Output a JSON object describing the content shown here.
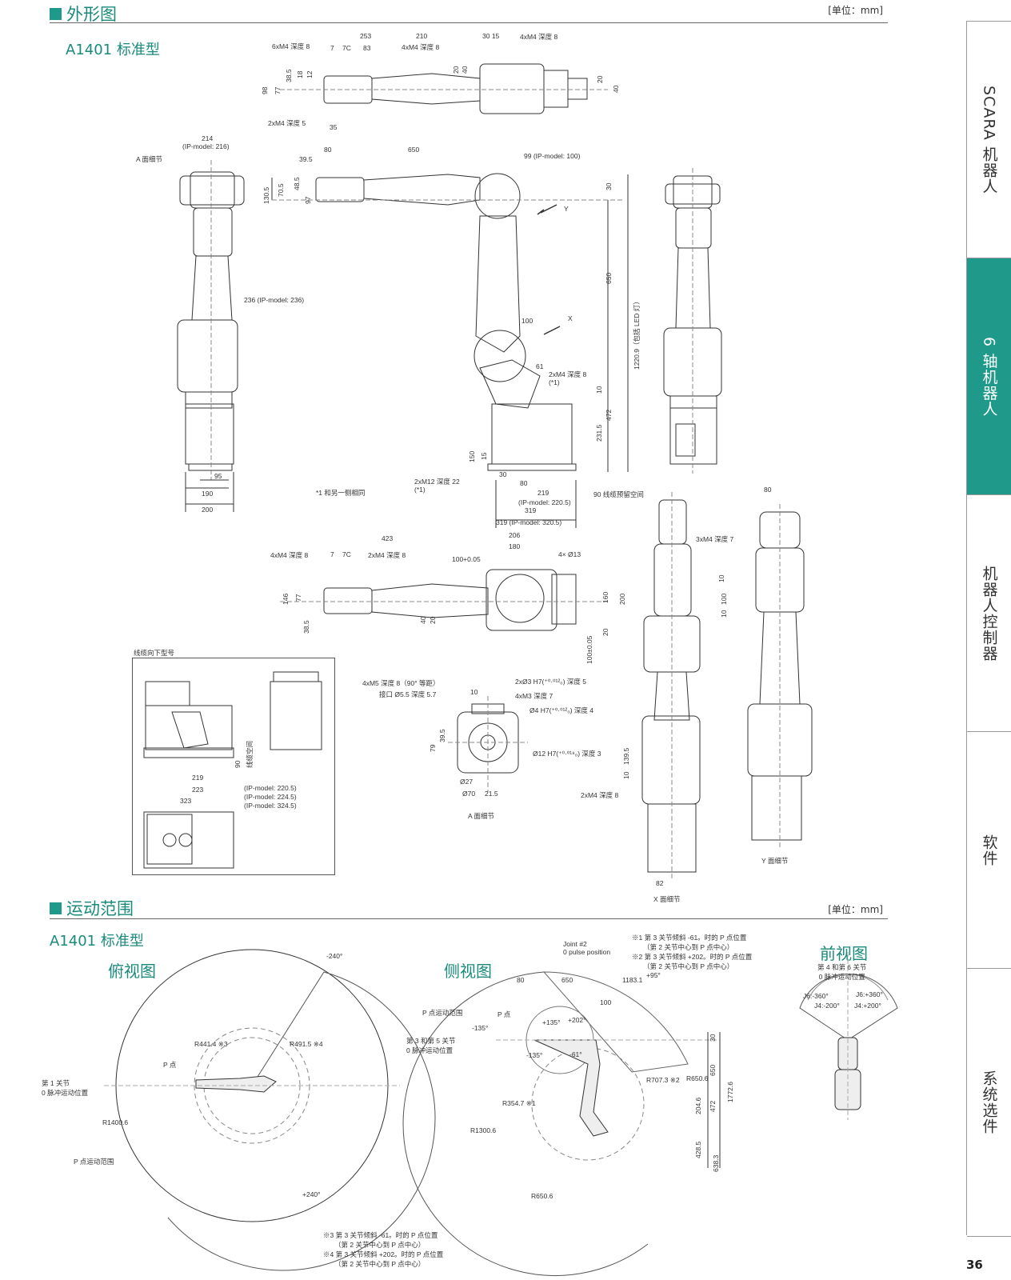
{
  "header": {
    "section_title": "外形图",
    "unit": "[单位：mm]"
  },
  "outline": {
    "model": "A1401 标准型",
    "labels": {
      "top_6xM4": "6xM4 深度 8",
      "top_253": "253",
      "top_210": "210",
      "top_30_15": "30  15",
      "top_4xM4_a": "4xM4 深度 8",
      "top_7": "7",
      "top_7C": "7C",
      "top_83": "83",
      "top_4xM4_b": "4xM4 深度 8",
      "top_2xM4": "2xM4 深度 5",
      "top_35": "35",
      "top_98": "98",
      "top_77": "77",
      "top_385": "38.5",
      "top_18": "18",
      "top_12": "12",
      "top_20": "20",
      "top_40": "40",
      "top_20b": "20",
      "top_40b": "40",
      "a_detail": "A 面细节",
      "w214": "214",
      "w214ip": "(IP-model: 216)",
      "s80": "80",
      "s650": "650",
      "s395": "39.5",
      "s99": "99 (IP-model: 100)",
      "s1305": "130.5",
      "s705": "70.5",
      "s485": "48.5",
      "s97": "97",
      "s30": "30",
      "sY": "Y",
      "s236": "236 (IP-model: 236)",
      "s650v": "650",
      "s12209": "1220.9（包括 LED 灯）",
      "s100": "100",
      "sX": "X",
      "s61": "61",
      "s2xM4": "2xM4 深度 8",
      "s_star1": "(*1)",
      "s10": "10",
      "s472": "472",
      "s2315": "231.5",
      "s150": "150",
      "s15": "15",
      "s30b": "30",
      "s80b": "80",
      "s2xM12": "2xM12 深度 22",
      "s_star1b": "(*1)",
      "s219": "219",
      "s2205": "(IP-model: 220.5)",
      "s319": "319",
      "s3195": "319 (IP-model: 320.5)",
      "s90cable": "90 线缆预留空间",
      "note1": "*1 和另一侧相同",
      "f95": "95",
      "f190": "190",
      "f200": "200",
      "b423": "423",
      "b206": "206",
      "b180": "180",
      "b4xM4": "4xM4 深度 8",
      "b7": "7",
      "b7C": "7C",
      "b2xM4": "2xM4 深度 8",
      "b100": "100+0.05",
      "b4x13": "4× Ø13",
      "b146": "146",
      "b77": "77",
      "b385": "38.5",
      "b40": "40",
      "b20": "20",
      "b160": "160",
      "b200": "200",
      "b20v": "20",
      "b100v": "100±0.05",
      "y80": "80",
      "y3xM4": "3xM4 深度 7",
      "y10": "10",
      "y100": "100",
      "y10b": "10",
      "y1395": "139.5",
      "y10c": "10",
      "y2xM4": "2xM4 深度 8",
      "y82": "82",
      "x_detail": "X 面细节",
      "y_detail": "Y 面细节",
      "cable_title": "线缆向下型号",
      "c219": "219",
      "c223": "223",
      "c323": "323",
      "c90": "90",
      "c_space": "线缆空间",
      "c2205": "(IP-model: 220.5)",
      "c2245": "(IP-model: 224.5)",
      "c3245": "(IP-model: 324.5)",
      "a_4xM5": "4xM5 深度 8（90° 等距）",
      "a_port": "接口 Ø5.5 深度 5.7",
      "a_10": "10",
      "a_2x3": "2xØ3 H7(⁺⁰·⁰¹²₀) 深度 5",
      "a_4xM3": "4xM3 深度 7",
      "a_4h7": "Ø4 H7(⁺⁰·⁰¹²₀) 深度 4",
      "a_395": "39.5",
      "a_79": "79",
      "a_12h7": "Ø12 H7(⁺⁰·⁰¹⁸₀) 深度 3",
      "a_27": "Ø27",
      "a_70": "Ø70",
      "a_215": "21.5",
      "a_face": "A 面细节"
    }
  },
  "motion": {
    "section_title": "运动范围",
    "unit": "[单位：mm]",
    "model": "A1401 标准型",
    "top_view": "俯视图",
    "side_view": "侧视图",
    "front_view": "前视图",
    "labels": {
      "t240a": "-240°",
      "t240b": "+240°",
      "tR4414": "R441.4 ※3",
      "tR4915": "R491.5 ※4",
      "tP": "P 点",
      "tJ1": "第 1 关节\n0 脉冲运动位置",
      "tR14006": "R1400.6",
      "tPrange": "P 点运动范围",
      "n3a": "※3  第 3 关节倾斜 -61。时的 P 点位置",
      "n3b": "（第 2 关节中心到 P 点中心）",
      "n4a": "※4  第 3 关节倾斜 +202。时的 P 点位置",
      "n4b": "（第 2 关节中心到 P 点中心）",
      "sJ2": "Joint #2\n0 pulse position",
      "s80": "80",
      "s650": "650",
      "s11831": "1183.1",
      "s95": "+95°",
      "s100": "100",
      "sPrange": "P 点运动范围",
      "sP": "P 点",
      "s135": "-135°",
      "s135b": "+135°",
      "s202": "+202°",
      "s61": "-61°",
      "s135c": "-135°",
      "sJ35": "第 3 和第 5 关节\n0 脉冲运动位置",
      "sR7073": "R707.3 ※2",
      "sR6506": "R650.6",
      "sR3547": "R354.7 ※1",
      "sR13006": "R1300.6",
      "s30": "30",
      "s650v": "650",
      "s17726": "1772.6",
      "s2046": "204.6",
      "s472": "472",
      "s4285": "428.5",
      "s6383": "638.3",
      "sR6506b": "R650.6",
      "n1a": "※1  第 3 关节倾斜 -61。时的 P 点位置",
      "n1b": "（第 2 关节中心到 P 点中心）",
      "n2a": "※2  第 3 关节倾斜 +202。时的 P 点位置",
      "n2b": "（第 2 关节中心到 P 点中心）",
      "f_note": "第 4 和第 6 关节\n0 脉冲运动位置",
      "f_j4a": "J4:-200°",
      "f_j4b": "J4:+200°",
      "f_j6a": "J6:-360°",
      "f_j6b": "J6:+360°"
    }
  },
  "tabs": [
    "SCARA 机器人",
    "6 轴机器人",
    "机器人控制器",
    "软件",
    "系统选件"
  ],
  "page_number": "36"
}
